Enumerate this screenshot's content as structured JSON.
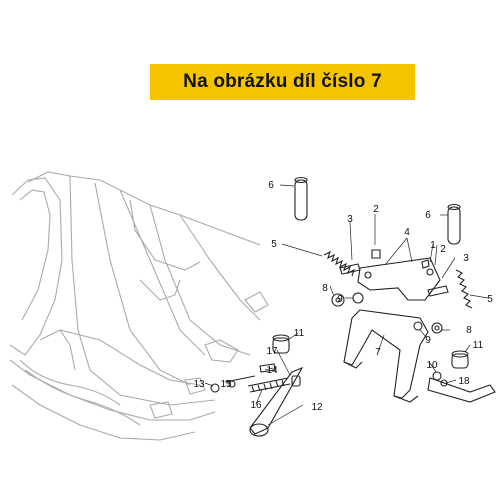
{
  "banner": {
    "text": "Na obrázku díl číslo 7",
    "color": "#f5c400"
  },
  "callouts": [
    {
      "id": "c6a",
      "text": "6"
    },
    {
      "id": "c6b",
      "text": "6"
    },
    {
      "id": "c2a",
      "text": "2"
    },
    {
      "id": "c2b",
      "text": "2"
    },
    {
      "id": "c3a",
      "text": "3"
    },
    {
      "id": "c3b",
      "text": "3"
    },
    {
      "id": "c4",
      "text": "4"
    },
    {
      "id": "c1",
      "text": "1"
    },
    {
      "id": "c5a",
      "text": "5"
    },
    {
      "id": "c5b",
      "text": "5"
    },
    {
      "id": "c8a",
      "text": "8"
    },
    {
      "id": "c8b",
      "text": "8"
    },
    {
      "id": "c9a",
      "text": "9"
    },
    {
      "id": "c9b",
      "text": "9"
    },
    {
      "id": "c11a",
      "text": "11"
    },
    {
      "id": "c11b",
      "text": "11"
    },
    {
      "id": "c7",
      "text": "7"
    },
    {
      "id": "c10",
      "text": "10"
    },
    {
      "id": "c14",
      "text": "14"
    },
    {
      "id": "c17",
      "text": "17"
    },
    {
      "id": "c13",
      "text": "13"
    },
    {
      "id": "c15",
      "text": "15"
    },
    {
      "id": "c16",
      "text": "16"
    },
    {
      "id": "c18",
      "text": "18"
    },
    {
      "id": "c12",
      "text": "12"
    }
  ],
  "colors": {
    "frame": "#aaaaaa",
    "parts": "#222222"
  }
}
